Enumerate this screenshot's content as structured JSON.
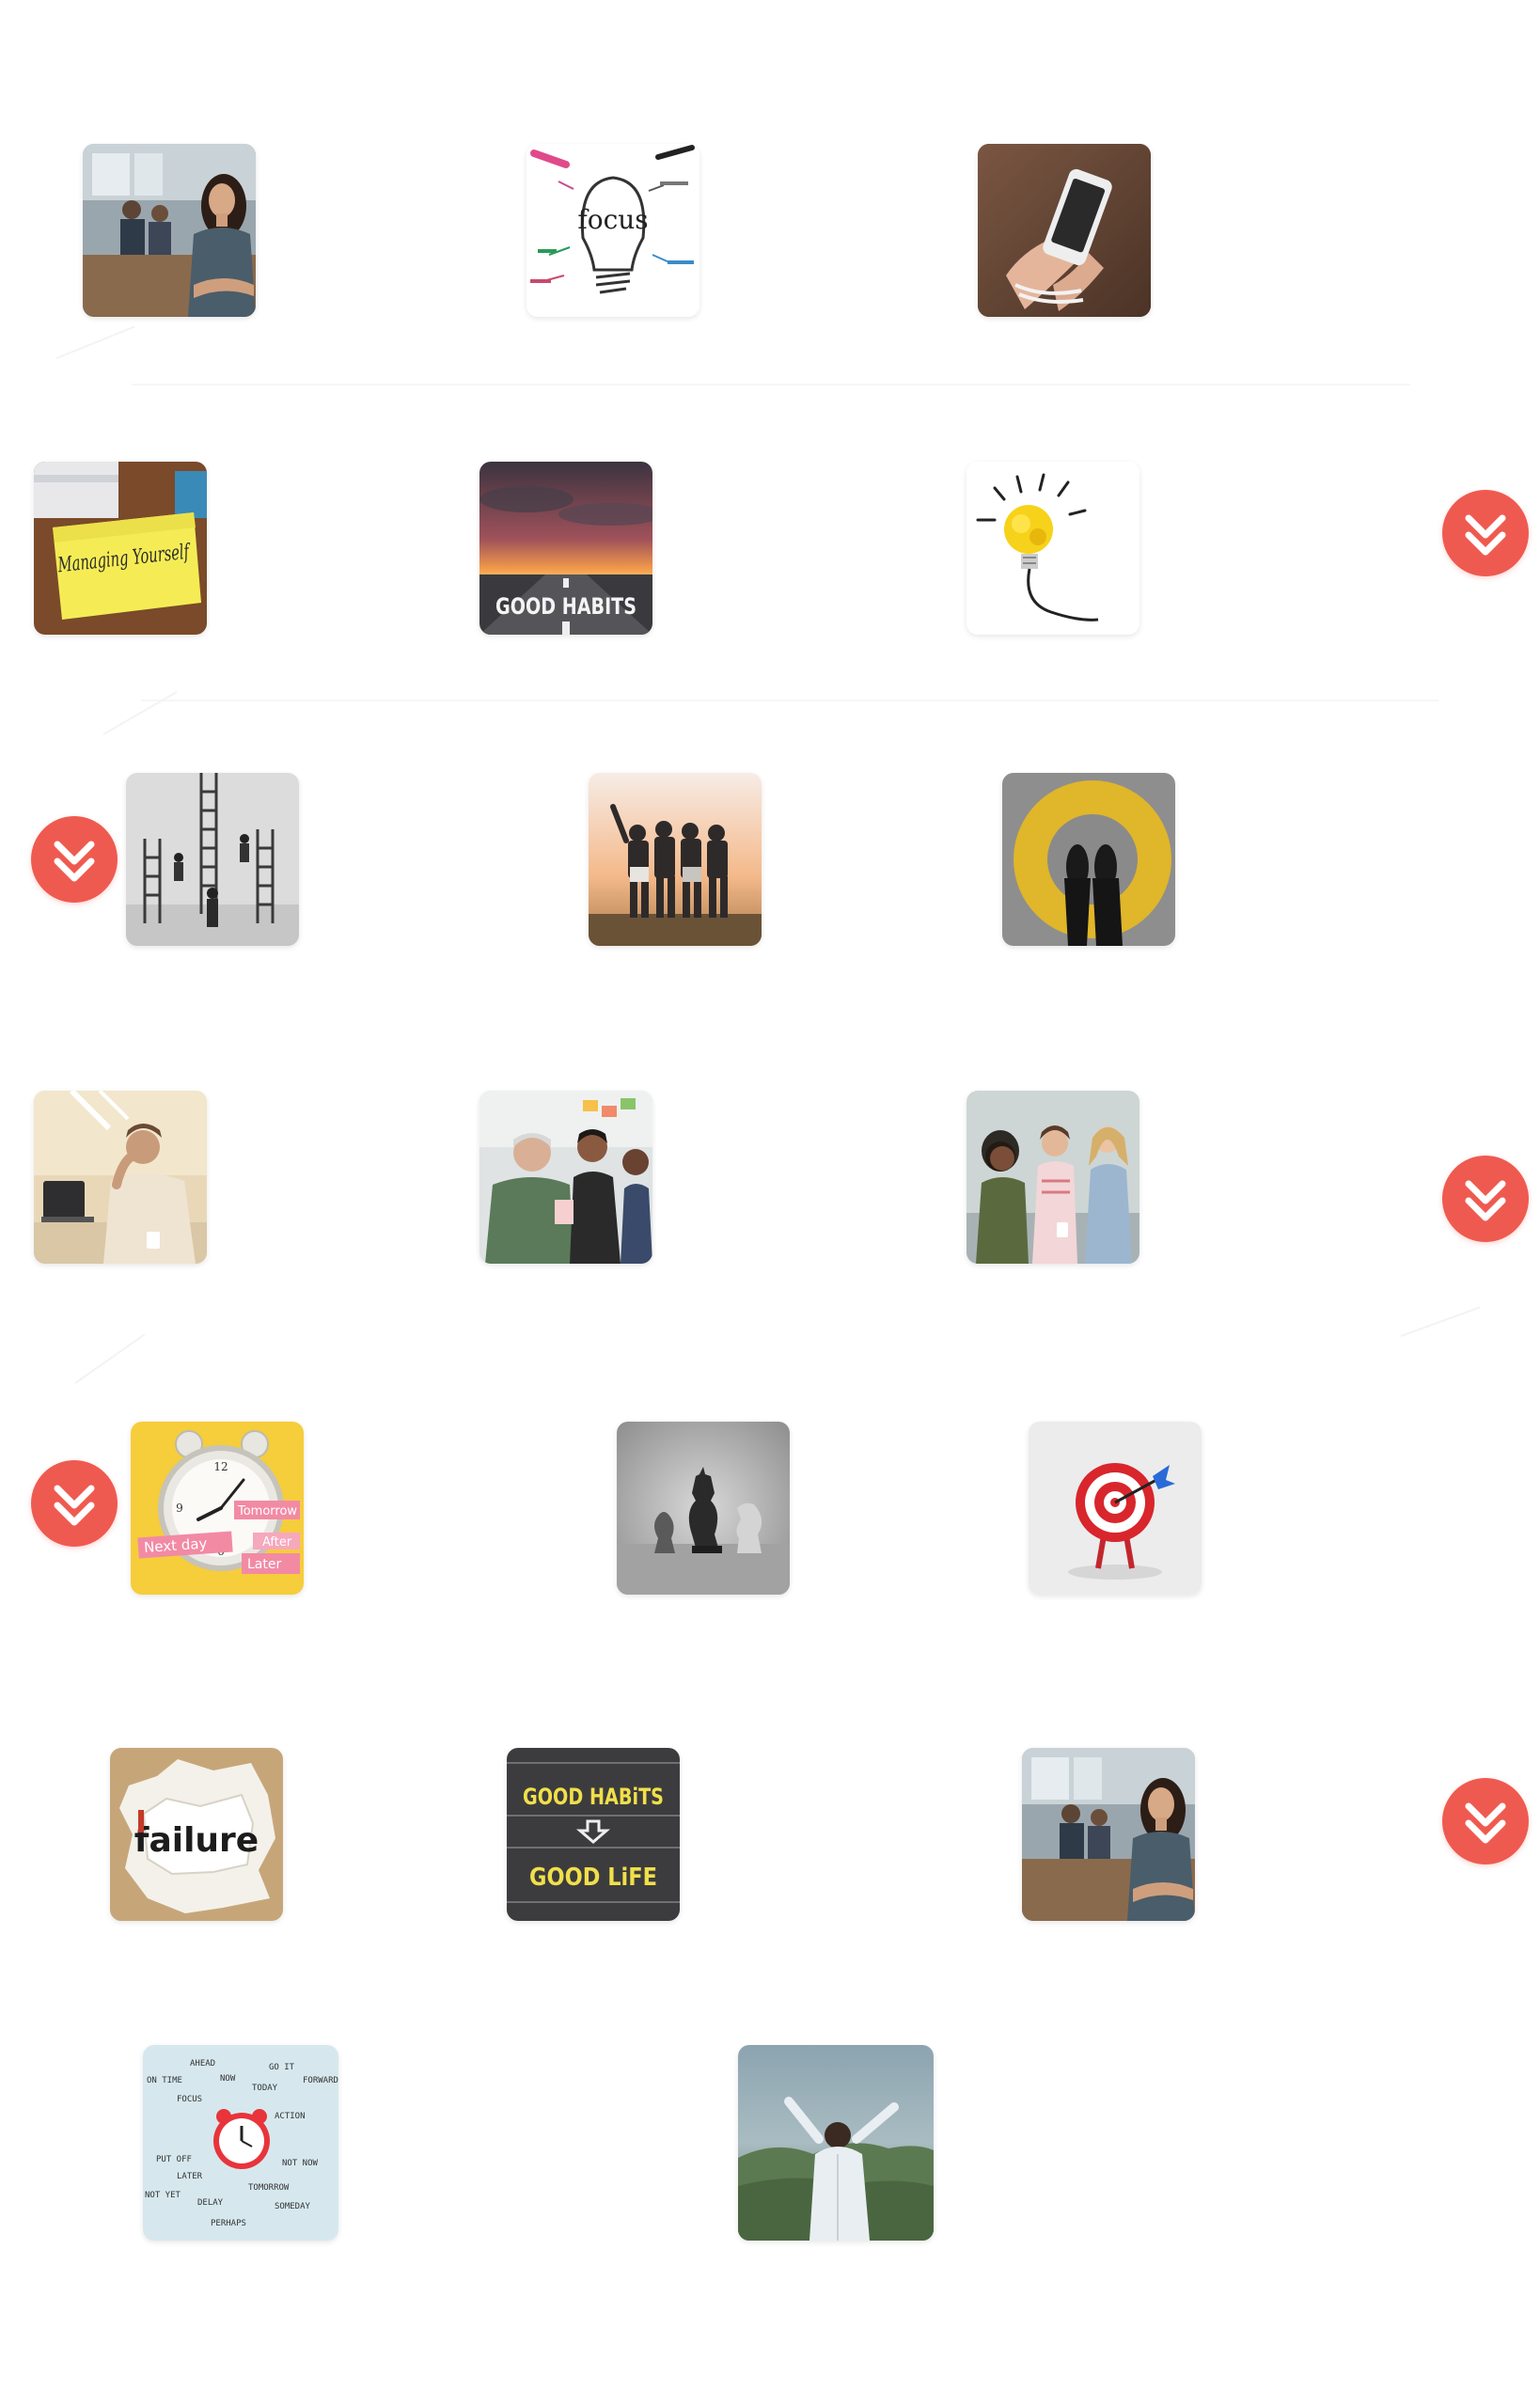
{
  "colors": {
    "background": "#ffffff",
    "accent": "#ef5a50",
    "rule": "#f6f6f6"
  },
  "nav_icon": "chevron-double-down-icon",
  "lessons": [
    {
      "image": "businesswoman-office-image"
    },
    {
      "image": "focus-lightbulb-sketch-image"
    },
    {
      "image": "hands-tied-to-phone-image"
    },
    {
      "image": "managing-yourself-sticky-note-image",
      "note": "Managing Yourself"
    },
    {
      "image": "good-habits-road-sunset-image",
      "road_text": "GOOD HABITS"
    },
    {
      "image": "yellow-paper-lightbulb-image"
    },
    {
      "image": "ladders-climbers-image"
    },
    {
      "image": "friends-embracing-sunset-image"
    },
    {
      "image": "feet-on-yellow-circle-image"
    },
    {
      "image": "stressed-man-laptop-image"
    },
    {
      "image": "coworkers-discussion-image"
    },
    {
      "image": "women-group-talking-image"
    },
    {
      "image": "alarm-clock-procrastination-image",
      "tags": [
        "Next day",
        "Tomorrow",
        "After",
        "Later"
      ]
    },
    {
      "image": "chess-pieces-image"
    },
    {
      "image": "dart-target-image"
    },
    {
      "image": "failure-torn-paper-image",
      "word": "failure"
    },
    {
      "image": "good-habits-good-life-chalkboard-image",
      "line1": "GOOD HABiTS",
      "line2": "GOOD LiFE"
    },
    {
      "image": "businesswoman-office-image"
    },
    {
      "image": "procrastination-words-clock-image",
      "words": [
        "AHEAD",
        "GO IT",
        "ON TIME",
        "NOW",
        "FORWARD",
        "TODAY",
        "FOCUS",
        "ACTION",
        "PUT OFF",
        "NOT NOW",
        "LATER",
        "TOMORROW",
        "NOT YET",
        "DELAY",
        "SOMEDAY",
        "PERHAPS"
      ]
    },
    {
      "image": "man-arms-raised-mountain-image"
    }
  ]
}
